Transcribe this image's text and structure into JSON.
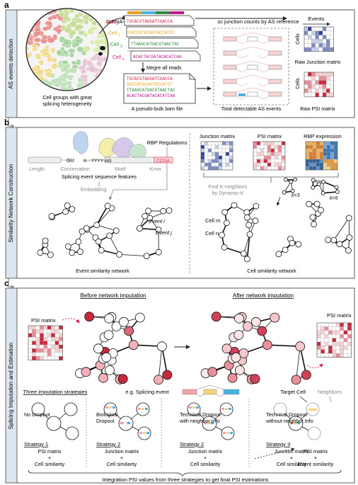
{
  "panel_a": {
    "letter": "a",
    "side_label": "AS events detection",
    "cell_groups_caption_1": "Cell groups with great",
    "cell_groups_caption_2": "splicing heterogeneity",
    "scrnaseq_label": "scRNA-seq",
    "cells": [
      {
        "label": "Cell",
        "sub": "1",
        "seq": "TGCACGTAGGATCGACCA",
        "color": "#d6204a"
      },
      {
        "label": "Cell",
        "sub": "2",
        "seq": "GGCCATGCAGTACCATGT",
        "color": "#e8a21c"
      },
      {
        "label": "Cell",
        "sub": "3",
        "seq": "TTAAGCATGACGTAACTAC",
        "color": "#2e8b3a"
      },
      {
        "label": "Cell",
        "sub": "n",
        "seq": "ACACTACGATACACATCAA",
        "color": "#c2188c"
      }
    ],
    "merge_label": "Megre all reads",
    "pseudobulk_caption": "A pseudo-bulk bam file",
    "pseudobulk_seqs": [
      "TGCACGTAGGATCGACCA",
      "GGCCATGCAGTACCATGT",
      "TTAAGCATGACGTAACTAC",
      "ACACTACGATACACATCAA"
    ],
    "junction_counts_label": "sc junction counts by AS reference",
    "total_events_caption": "Total detectable AS events",
    "events_label": "Events",
    "cells_label_1": "Cells",
    "raw_junction_caption": "Raw Junction matrix",
    "cells_label_2": "Cells",
    "raw_psi_caption": "Raw PSI matrix"
  },
  "panel_b": {
    "letter": "b",
    "side_label": "Similarity Network Construction",
    "rbp_regulations": "RBP Regulations",
    "gu_label": "GU",
    "motif_seq": "A···YYYY·AG",
    "ccga_label": "CCGA",
    "feature_labels": [
      "Length",
      "Conservation",
      "Motif",
      "Kmer"
    ],
    "features_caption": "Splicing event sequence features",
    "embedding_label": "Embedding",
    "event_i": "Event i",
    "event_j": "Event j",
    "event_network_caption": "Event similarity network",
    "junction_matrix_label": "Junction matrix",
    "psi_matrix_label": "PSI matrix",
    "rbp_expression_label": "RBP expression",
    "find_k_1": "Find K-neighbors",
    "find_k_2": "by Dynamic-K",
    "k3_label": "k=3",
    "k5_label": "k=5",
    "cell_m": "Cell m",
    "cell_n": "Cell n",
    "cell_network_caption": "Cell similarity network"
  },
  "panel_c": {
    "letter": "c",
    "side_label": "Splicing Imputation and Estimation",
    "before_title": "Before network imputation",
    "after_title": "After network imputation",
    "psi_matrix_left": "PSI matrix",
    "psi_matrix_right": "PSI matrix",
    "three_strategies": "Three imputation strategies",
    "eg_splicing": "e.g. Splicing event",
    "target_cell": "Target Cell",
    "neighbors": "Neighbors",
    "strategies": [
      {
        "title_1": "No Dropout",
        "title_2": "",
        "strategy": "Strategy 1",
        "formula_1": "PSI matrix",
        "formula_2": "+",
        "formula_3": "Cell similarity"
      },
      {
        "title_1": "Biological",
        "title_2": "Dropout",
        "strategy": "Strategy 2",
        "formula_1": "Junction matrix",
        "formula_2": "+",
        "formula_3": "Cell similarity"
      },
      {
        "title_1": "Technical Dropout",
        "title_2": "with neighbor Info",
        "strategy": "Strategy 2",
        "formula_1": "Junction matrix",
        "formula_2": "+",
        "formula_3": "Cell similarity"
      },
      {
        "title_1": "Technical Dropout",
        "title_2": "without neighbor Info",
        "strategy": "Strategy 3",
        "formula_1": "Junction matrix",
        "formula_2": "+",
        "formula_3": "Cell similarity"
      }
    ],
    "final_psi_1": "PSI matrix",
    "final_psi_2": "+",
    "final_psi_3": "Event similarity",
    "integration_caption": "Integration PSI values from three strategies to get final PSI estimations"
  },
  "colors": {
    "panel_a_bg": "#dce6ef",
    "panel_b_bg": "#dce6ef",
    "panel_c_bg": "#dce6ef",
    "junction_blue": "#3b4fa0",
    "psi_red": "#c8283c"
  }
}
